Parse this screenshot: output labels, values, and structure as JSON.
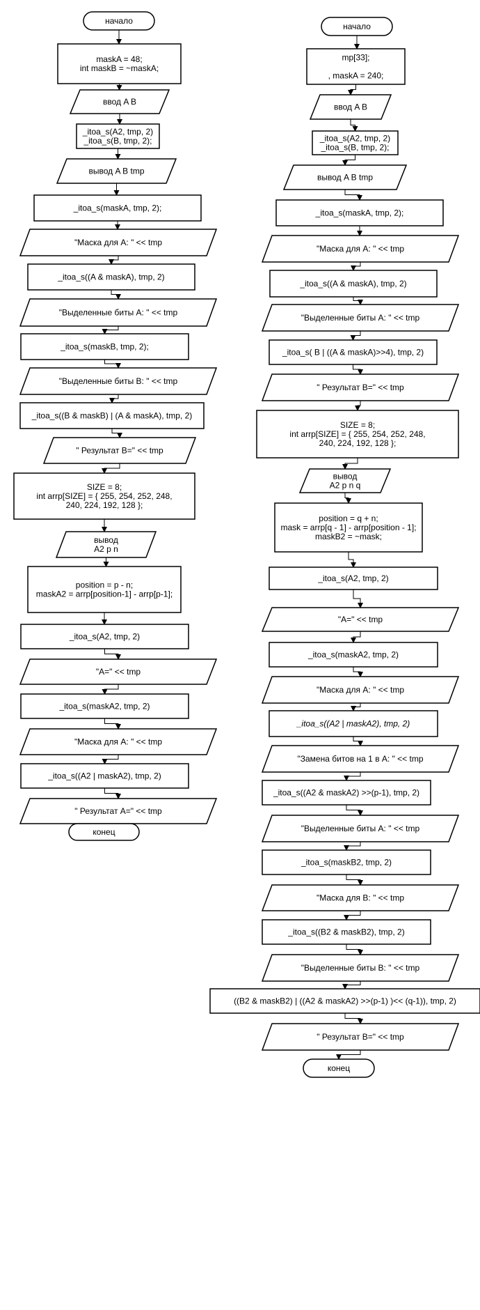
{
  "left_flow": [
    {
      "type": "terminator",
      "lines": [
        "начало"
      ]
    },
    {
      "type": "process",
      "lines": [
        "maskA = 48;",
        "int maskB = ~maskA;"
      ]
    },
    {
      "type": "io",
      "lines": [
        "ввод A B"
      ]
    },
    {
      "type": "process",
      "lines": [
        "_itoa_s(A2, tmp, 2)",
        "_itoa_s(B, tmp, 2);"
      ]
    },
    {
      "type": "io",
      "lines": [
        "вывод A B tmp"
      ]
    },
    {
      "type": "process",
      "lines": [
        "_itoa_s(maskA, tmp, 2);"
      ]
    },
    {
      "type": "io",
      "lines": [
        "\"Маска для A: \" << tmp"
      ]
    },
    {
      "type": "process",
      "lines": [
        "_itoa_s((A & maskA), tmp, 2)"
      ]
    },
    {
      "type": "io",
      "lines": [
        "\"Выделенные биты A: \" << tmp"
      ]
    },
    {
      "type": "process",
      "lines": [
        "_itoa_s(maskB, tmp, 2);"
      ]
    },
    {
      "type": "io",
      "lines": [
        "\"Выделенные биты B: \" << tmp"
      ]
    },
    {
      "type": "process",
      "lines": [
        "_itoa_s((B & maskB) | (A & maskA), tmp, 2)"
      ]
    },
    {
      "type": "io",
      "lines": [
        "\" Результат B=\" << tmp"
      ]
    },
    {
      "type": "process",
      "lines": [
        "SIZE = 8;",
        "int arrp[SIZE] = { 255, 254, 252, 248,",
        "240, 224, 192, 128 };"
      ]
    },
    {
      "type": "io",
      "lines": [
        "вывод",
        "A2 p n"
      ]
    },
    {
      "type": "process",
      "lines": [
        "position = p - n;",
        "maskA2 = arrp[position-1] - arrp[p-1];"
      ]
    },
    {
      "type": "process",
      "lines": [
        "_itoa_s(A2, tmp, 2)"
      ]
    },
    {
      "type": "io",
      "lines": [
        "\"A=\" << tmp"
      ]
    },
    {
      "type": "process",
      "lines": [
        "_itoa_s(maskA2, tmp, 2)"
      ]
    },
    {
      "type": "io",
      "lines": [
        "\"Маска для A: \" << tmp"
      ]
    },
    {
      "type": "process",
      "lines": [
        "_itoa_s((A2 | maskA2), tmp, 2)"
      ]
    },
    {
      "type": "io",
      "lines": [
        "\" Результат A=\" << tmp"
      ]
    },
    {
      "type": "terminator",
      "lines": [
        "конец"
      ]
    }
  ],
  "right_flow": [
    {
      "type": "terminator",
      "lines": [
        "начало"
      ]
    },
    {
      "type": "process",
      "lines": [
        "mp[33];",
        "",
        ", maskA = 240;"
      ]
    },
    {
      "type": "io",
      "lines": [
        "ввод A B"
      ]
    },
    {
      "type": "process",
      "lines": [
        "_itoa_s(A2, tmp, 2)",
        "_itoa_s(B, tmp, 2);"
      ]
    },
    {
      "type": "io",
      "lines": [
        "вывод A B tmp"
      ]
    },
    {
      "type": "process",
      "lines": [
        "_itoa_s(maskA, tmp, 2);"
      ]
    },
    {
      "type": "io",
      "lines": [
        "\"Маска для A: \" << tmp"
      ]
    },
    {
      "type": "process",
      "lines": [
        "_itoa_s((A & maskA), tmp, 2)"
      ]
    },
    {
      "type": "io",
      "lines": [
        "\"Выделенные биты A: \" << tmp"
      ]
    },
    {
      "type": "process",
      "lines": [
        "_itoa_s( B | ((A & maskA)>>4), tmp, 2)"
      ]
    },
    {
      "type": "io",
      "lines": [
        "\" Результат B=\" << tmp"
      ]
    },
    {
      "type": "process",
      "lines": [
        "SIZE = 8;",
        "int arrp[SIZE] = { 255, 254, 252, 248,",
        "240, 224, 192, 128 };"
      ]
    },
    {
      "type": "io",
      "lines": [
        "вывод",
        "A2 p n q"
      ]
    },
    {
      "type": "process",
      "lines": [
        "position = q + n;",
        "mask = arrp[q - 1] - arrp[position - 1];",
        "maskB2 = ~mask;"
      ]
    },
    {
      "type": "process",
      "lines": [
        "_itoa_s(A2, tmp, 2)"
      ]
    },
    {
      "type": "io",
      "lines": [
        "\"A=\" << tmp"
      ]
    },
    {
      "type": "process",
      "lines": [
        "_itoa_s(maskA2, tmp, 2)"
      ]
    },
    {
      "type": "io",
      "lines": [
        "\"Маска для A: \" << tmp"
      ]
    },
    {
      "type": "process",
      "lines": [
        "_itoa_s((A2 | maskA2), tmp, 2)"
      ],
      "italic": true
    },
    {
      "type": "io",
      "lines": [
        "\"Замена битов на 1 в A: \" << tmp"
      ]
    },
    {
      "type": "process",
      "lines": [
        "_itoa_s((A2 & maskA2) >>(p-1), tmp, 2)"
      ]
    },
    {
      "type": "io",
      "lines": [
        "\"Выделенные биты A: \" << tmp"
      ]
    },
    {
      "type": "process",
      "lines": [
        "_itoa_s(maskB2, tmp, 2)"
      ]
    },
    {
      "type": "io",
      "lines": [
        "\"Маска для B: \" << tmp"
      ]
    },
    {
      "type": "process",
      "lines": [
        "_itoa_s((B2 & maskB2), tmp, 2)"
      ]
    },
    {
      "type": "io",
      "lines": [
        "\"Выделенные биты B: \" << tmp"
      ]
    },
    {
      "type": "process",
      "lines": [
        "((B2 & maskB2)  | ((A2 & maskA2) >>(p-1) )<< (q-1)), tmp, 2)"
      ]
    },
    {
      "type": "io",
      "lines": [
        "\" Результат B=\" << tmp"
      ]
    },
    {
      "type": "terminator",
      "lines": [
        "конец"
      ]
    }
  ]
}
